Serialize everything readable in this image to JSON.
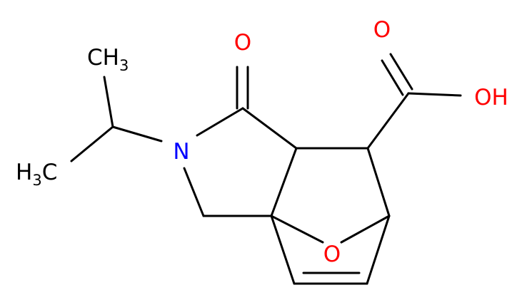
{
  "molecule": {
    "atom_labels": {
      "ketone_oxygen": "O",
      "acid_carbonyl_oxygen": "O",
      "hydroxyl": "OH",
      "nitrogen": "N",
      "bridge_oxygen": "O",
      "methyl_top_main": "CH",
      "methyl_top_sub": "3",
      "methyl_left_main": "H",
      "methyl_left_sub": "3",
      "methyl_left_tail": "C"
    },
    "colors": {
      "bond": "#000000",
      "oxygen": "#ff0000",
      "nitrogen": "#0000ff",
      "carbon_label": "#000000"
    }
  }
}
